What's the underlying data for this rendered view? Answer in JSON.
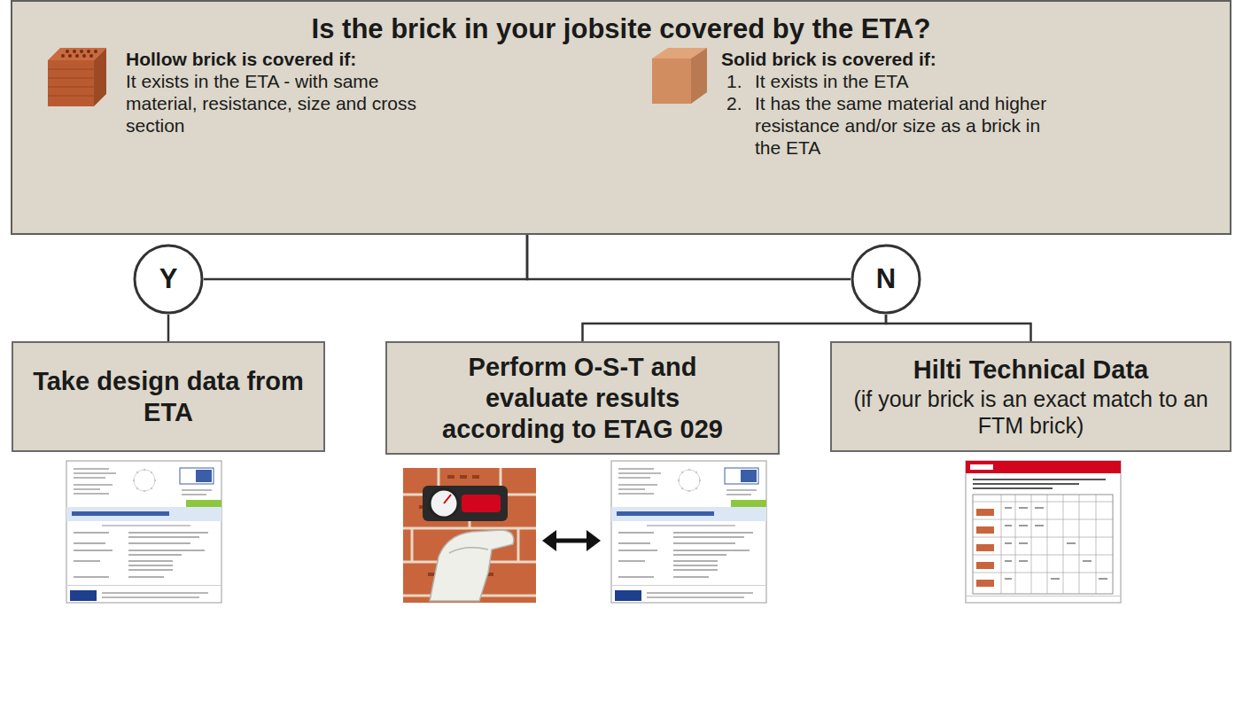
{
  "diagram": {
    "nodes": [
      {
        "text": [
          "Is the brick in your jobsite covered by the ETA?",
          "Hollow brick is covered if:",
          "It exists in the ETA - with same material, resistance, size and cross section",
          "Solid brick is covered if:",
          "1.",
          "It exists in the ETA",
          "2.",
          "It has the same material and higher resistance and/or size as a brick in the ETA"
        ]
      },
      {
        "text": [
          "Y"
        ]
      },
      {
        "text": [
          "N"
        ]
      },
      {
        "text": [
          "Take design data from ETA"
        ]
      },
      {
        "text": [
          "Perform O-S-T and evaluate results according to ETAG 029"
        ]
      },
      {
        "text": [
          "Hilti Technical Data",
          "(if your brick is an exact match to an FTM brick)"
        ]
      }
    ],
    "edges": [
      {
        "from": 0,
        "to": 1,
        "arrow": "none"
      },
      {
        "from": 0,
        "to": 2,
        "arrow": "none"
      },
      {
        "from": 1,
        "to": 3,
        "arrow": "none"
      },
      {
        "from": 2,
        "to": 4,
        "arrow": "none"
      },
      {
        "from": 2,
        "to": 5,
        "arrow": "none"
      }
    ]
  }
}
